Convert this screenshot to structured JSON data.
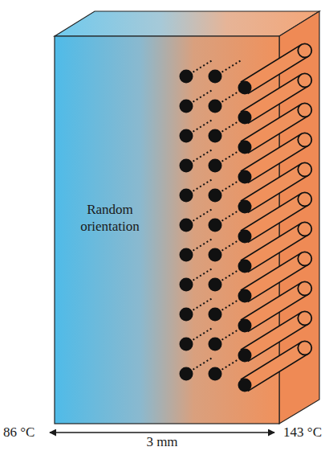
{
  "diagram": {
    "nodes": [
      {
        "text": [
          "Random orientation"
        ]
      }
    ],
    "labels": [
      "86 °C",
      "143 °C",
      "3 mm"
    ]
  }
}
